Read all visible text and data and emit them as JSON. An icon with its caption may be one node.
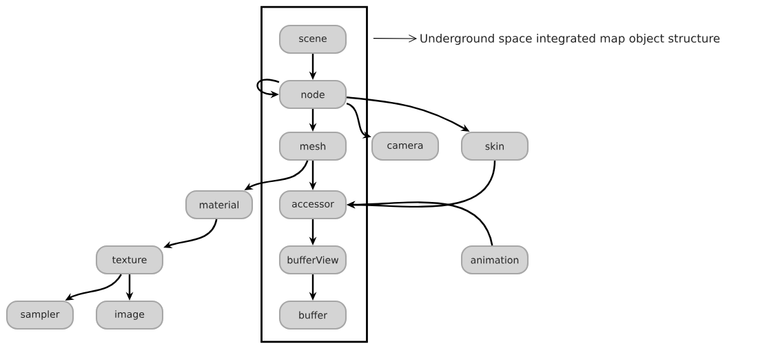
{
  "diagram": {
    "nodes": [
      {
        "text": [],
        "shape": "box"
      },
      {
        "text": [
          "scene"
        ],
        "in": 0
      },
      {
        "text": [
          "node"
        ],
        "in": 0
      },
      {
        "text": [
          "mesh"
        ],
        "in": 0
      },
      {
        "text": [
          "accessor"
        ],
        "in": 0
      },
      {
        "text": [
          "bufferView"
        ],
        "in": 0
      },
      {
        "text": [
          "buffer"
        ],
        "in": 0
      },
      {
        "text": [
          "camera"
        ]
      },
      {
        "text": [
          "skin"
        ]
      },
      {
        "text": [
          "material"
        ]
      },
      {
        "text": [
          "texture"
        ]
      },
      {
        "text": [
          "sampler"
        ]
      },
      {
        "text": [
          "image"
        ]
      },
      {
        "text": [
          "animation"
        ]
      },
      {
        "text": [
          "Underground space integrated map object structure"
        ]
      }
    ],
    "edges": [
      {
        "from": 1,
        "to": 2,
        "arrow": "to"
      },
      {
        "from": 2,
        "to": 2,
        "arrow": "to"
      },
      {
        "from": 2,
        "to": 3,
        "arrow": "to"
      },
      {
        "from": 2,
        "to": 7,
        "arrow": "to"
      },
      {
        "from": 2,
        "to": 8,
        "arrow": "to"
      },
      {
        "from": 3,
        "to": 9,
        "arrow": "to"
      },
      {
        "from": 3,
        "to": 4,
        "arrow": "to"
      },
      {
        "from": 8,
        "to": 4,
        "arrow": "to"
      },
      {
        "from": 13,
        "to": 4,
        "arrow": "to"
      },
      {
        "from": 4,
        "to": 5,
        "arrow": "to"
      },
      {
        "from": 5,
        "to": 6,
        "arrow": "to"
      },
      {
        "from": 9,
        "to": 10,
        "arrow": "to"
      },
      {
        "from": 10,
        "to": 11,
        "arrow": "to"
      },
      {
        "from": 10,
        "to": 12,
        "arrow": "to"
      },
      {
        "from": 0,
        "to": 14,
        "arrow": "to"
      }
    ]
  }
}
